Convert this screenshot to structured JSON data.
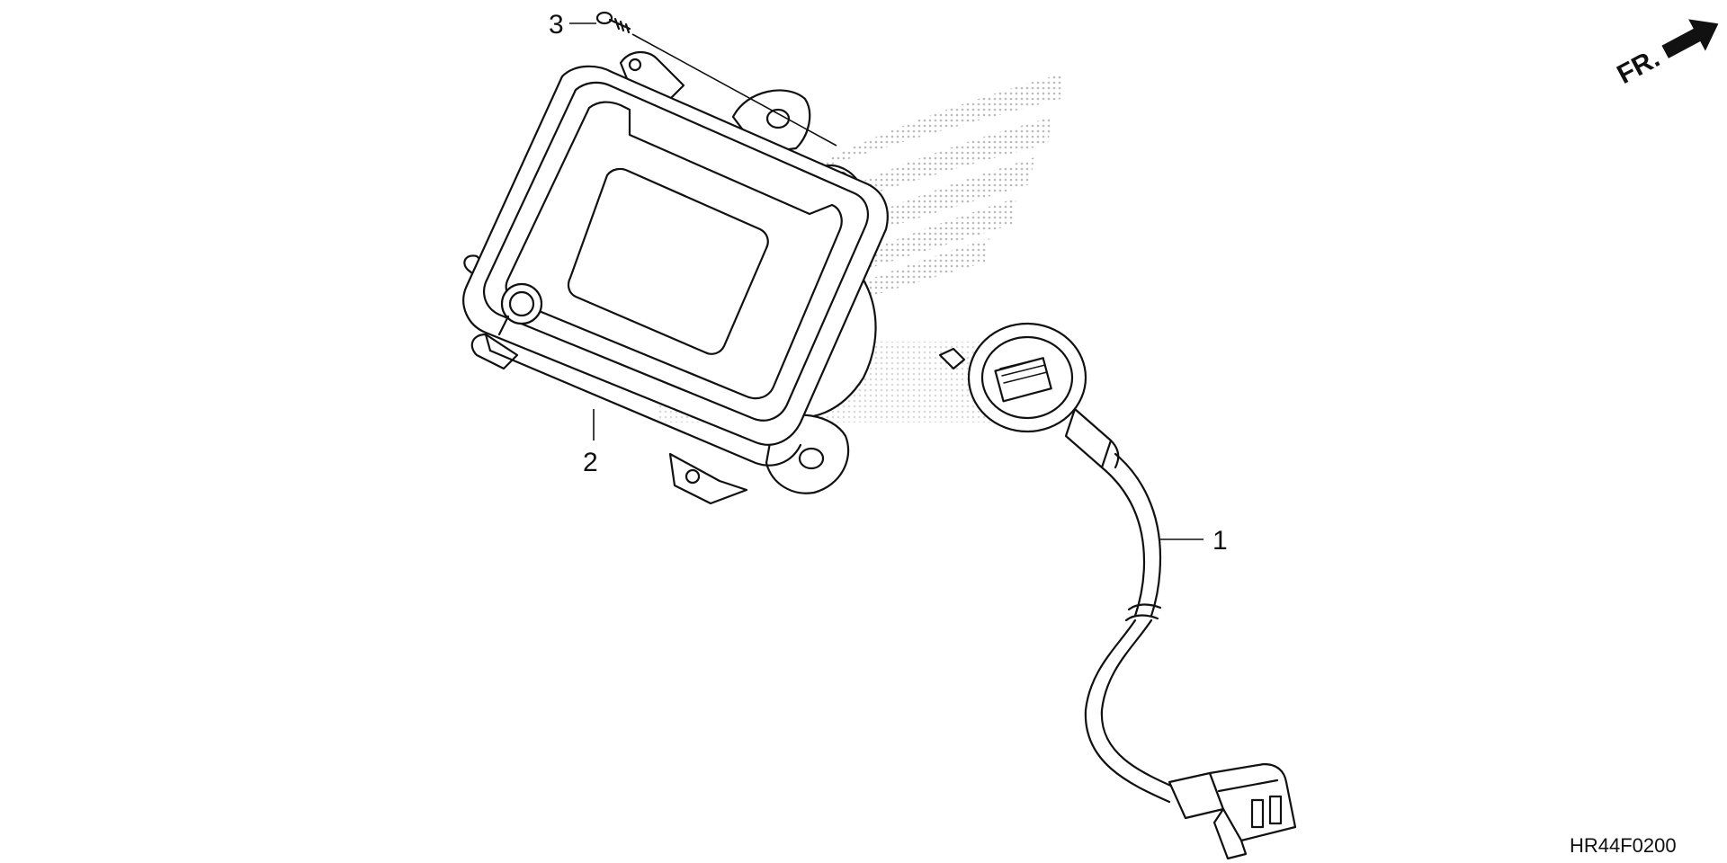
{
  "diagram": {
    "part_labels": [
      {
        "id": "1"
      },
      {
        "id": "2"
      },
      {
        "id": "3"
      }
    ],
    "direction_indicator": {
      "label": "FR."
    },
    "diagram_code": "HR44F0200",
    "colors": {
      "line": "#111111",
      "background": "#ffffff",
      "watermark_dots": "#b8b8b8"
    },
    "icons": [
      "front-direction-arrow-icon",
      "watermark-wing-logo"
    ]
  }
}
